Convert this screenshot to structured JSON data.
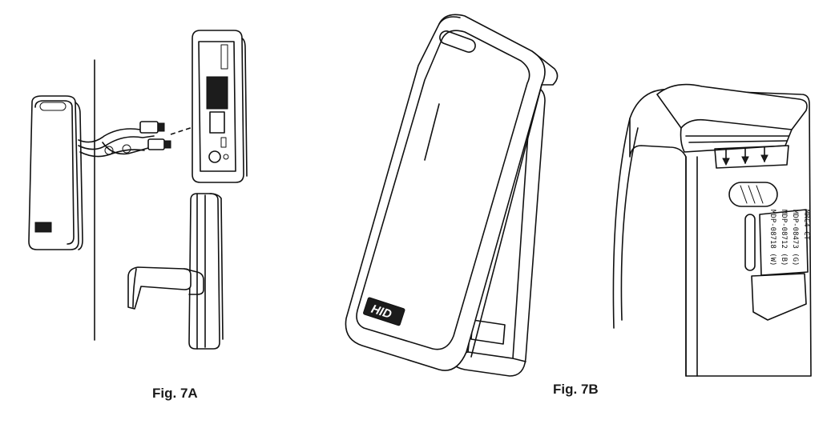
{
  "figures": {
    "fig_7a": {
      "caption": "Fig. 7A"
    },
    "fig_7b": {
      "caption": "Fig. 7B"
    }
  },
  "reader_logo": "HID",
  "product_label": {
    "line1": "MRC4 CT",
    "line2": "MDP-08473 (G)",
    "line3": "MDP-08712 (B)",
    "line4": "MDP-08718 (W)"
  }
}
